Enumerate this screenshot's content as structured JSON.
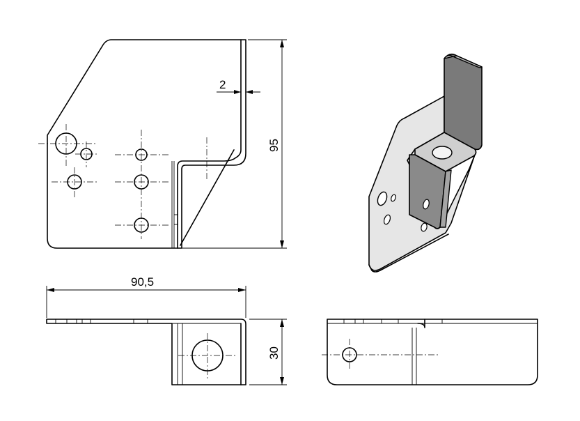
{
  "dimensions": {
    "thickness": "2",
    "height": "95",
    "width": "90,5",
    "depth": "30"
  },
  "colors": {
    "line": "#000000",
    "paper": "#ffffff",
    "iso_face_light": "#e6e6e6",
    "iso_face_mid": "#b9b9b9",
    "iso_face_dark": "#7a7a7a"
  }
}
